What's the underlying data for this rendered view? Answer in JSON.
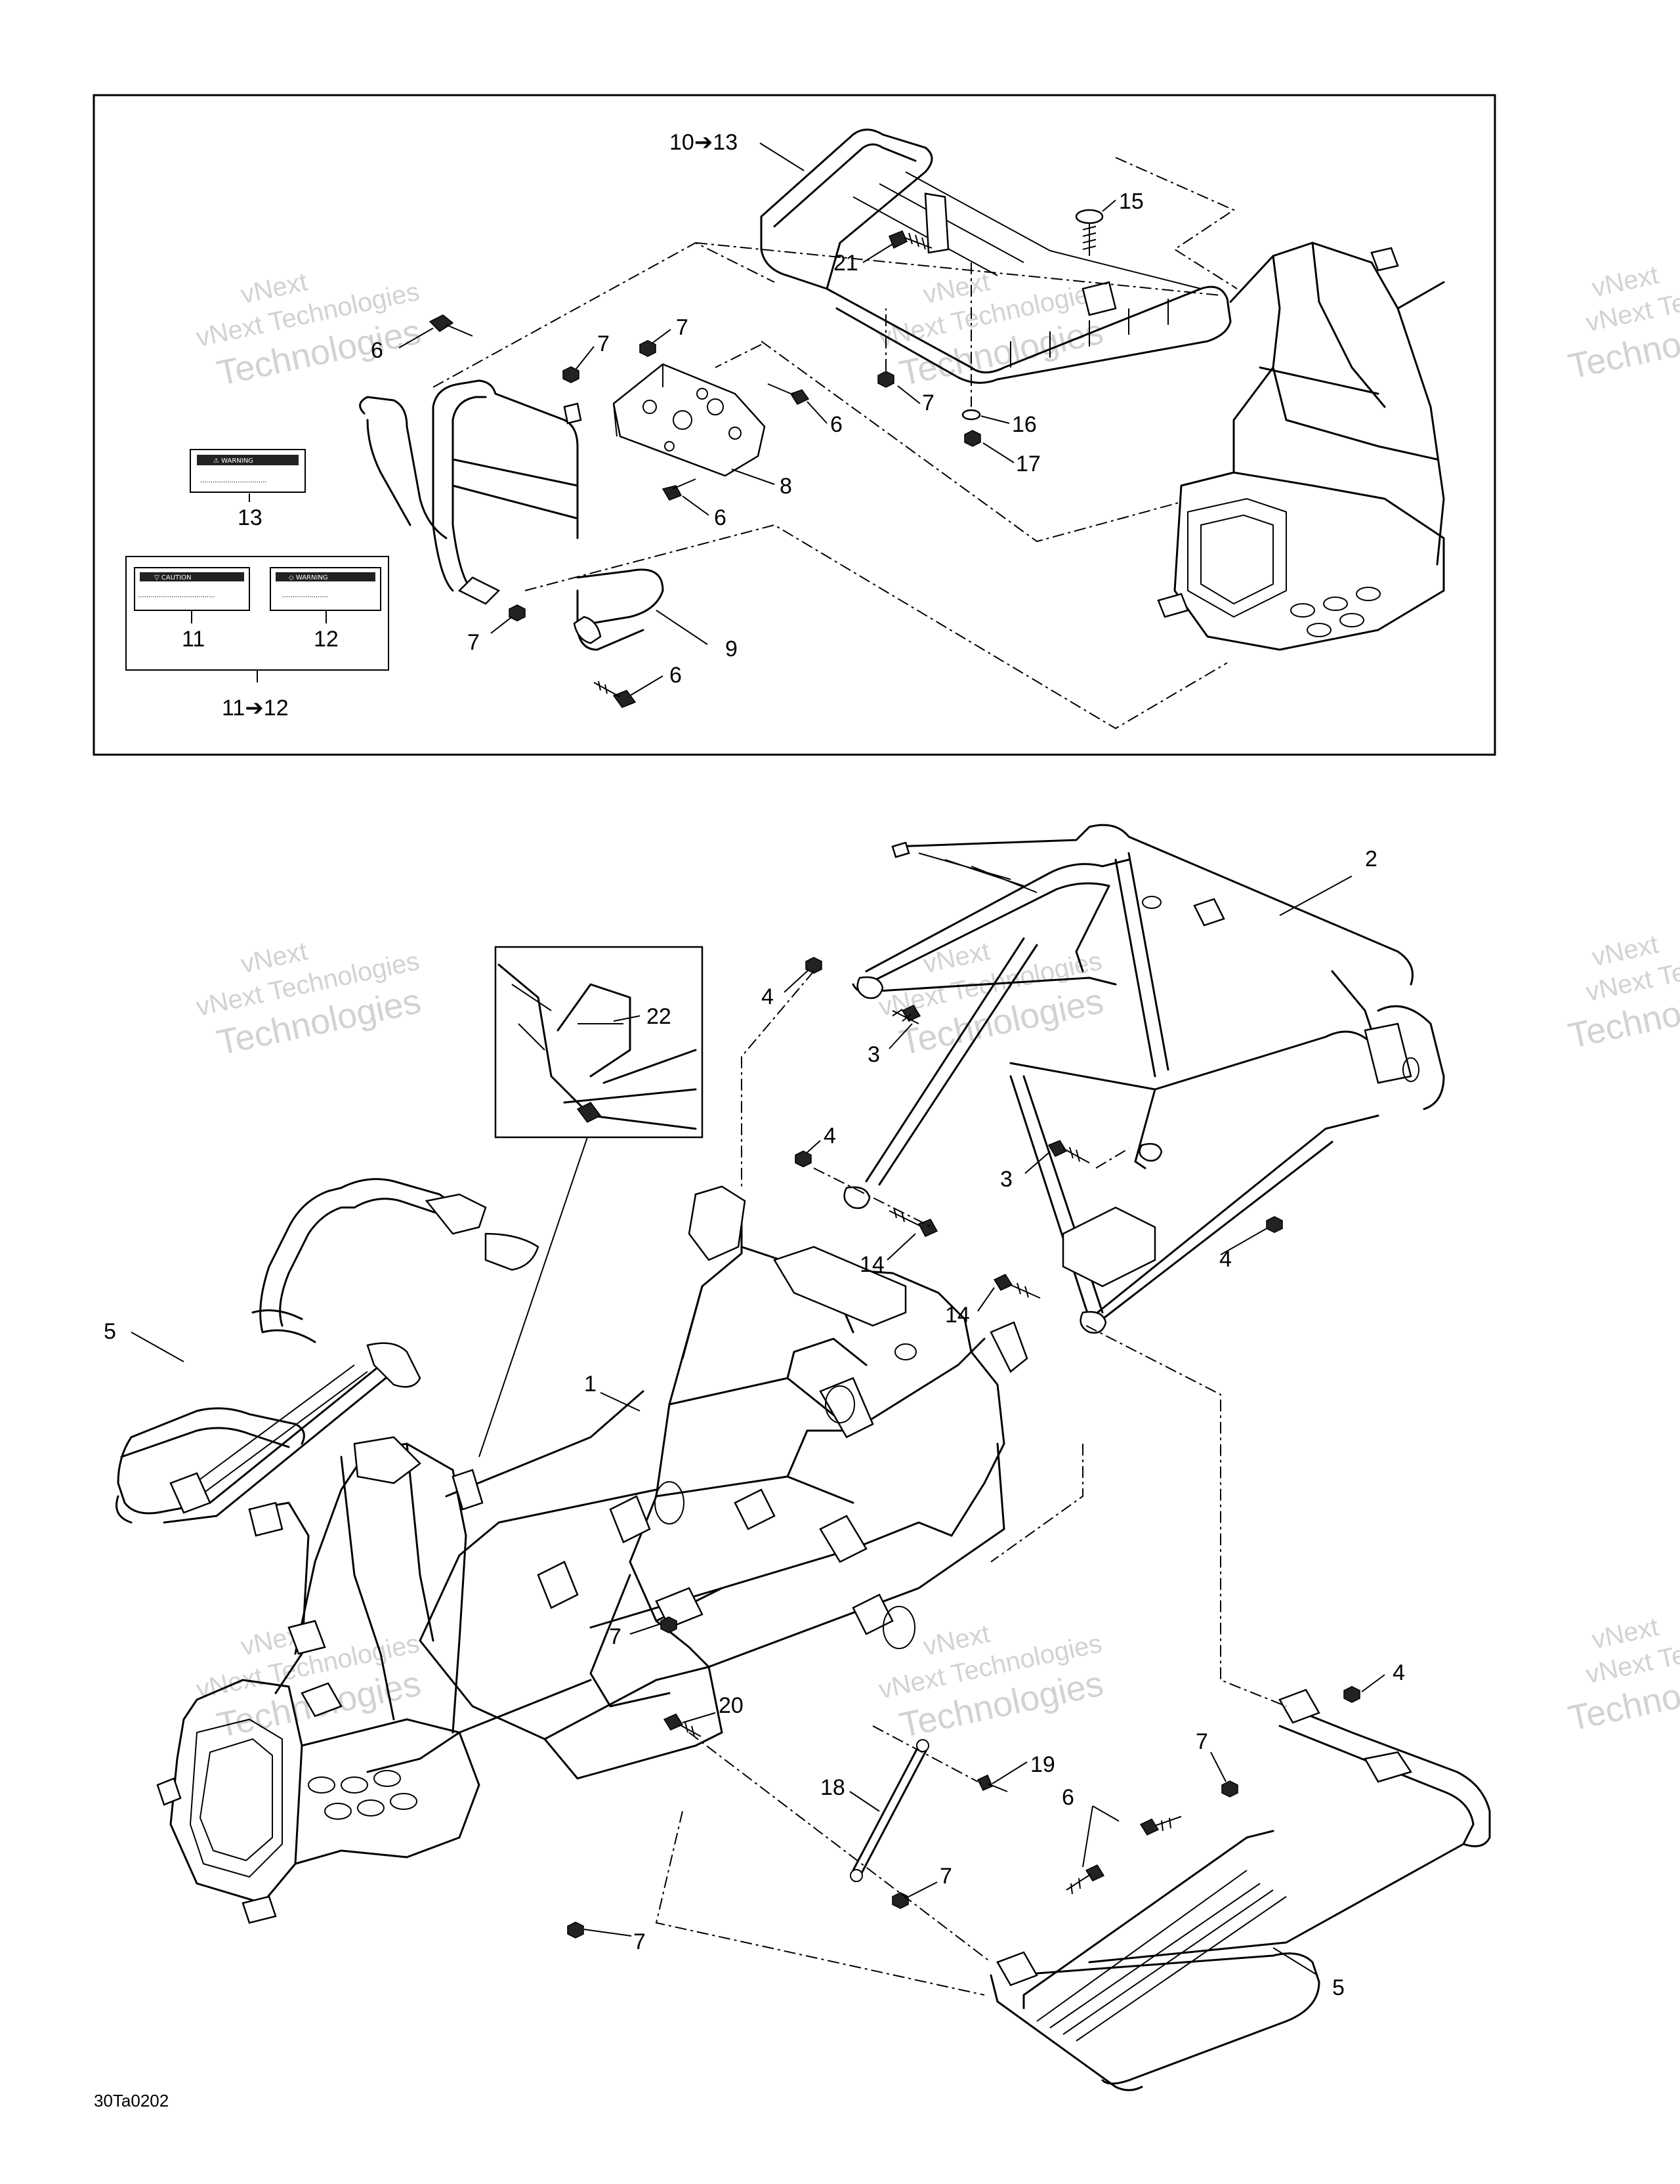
{
  "figure_id": "30Ta0202",
  "watermark": {
    "line1": "vNext",
    "line2": "vNext Technologies",
    "line3": "Technologies"
  },
  "decals": {
    "d13": {
      "title": "⚠ WARNING",
      "body": "................................"
    },
    "d11": {
      "title": "▽ CAUTION",
      "body": "....................................."
    },
    "d12": {
      "title": "◇ WARNING",
      "body": "......................"
    }
  },
  "callouts": {
    "c10_13": "10➔13",
    "c15": "15",
    "c21": "21",
    "c6a": "6",
    "c7a": "7",
    "c7b": "7",
    "c6b": "6",
    "c7c": "7",
    "c16": "16",
    "c17": "17",
    "c8": "8",
    "c6c": "6",
    "c13": "13",
    "c11": "11",
    "c12": "12",
    "c11_12": "11➔12",
    "c7d": "7",
    "c9": "9",
    "c6d": "6",
    "c2": "2",
    "c22": "22",
    "c4a": "4",
    "c3a": "3",
    "c4b": "4",
    "c3b": "3",
    "c14a": "14",
    "c4c": "4",
    "c14b": "14",
    "c5a": "5",
    "c1": "1",
    "c7e": "7",
    "c20": "20",
    "c4d": "4",
    "c19": "19",
    "c18": "18",
    "c7f": "7",
    "c6e": "6",
    "c7g": "7",
    "c7h": "7",
    "c5b": "5"
  }
}
